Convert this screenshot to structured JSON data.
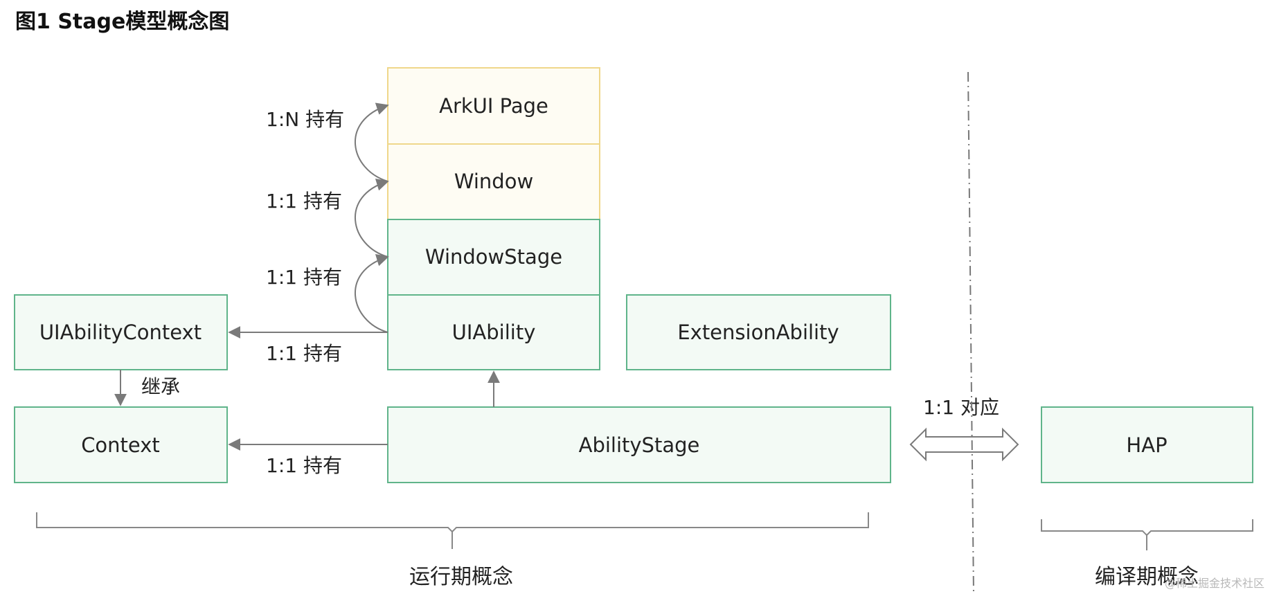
{
  "title": "图1 Stage模型概念图",
  "colors": {
    "green_fill": "#f3faf5",
    "green_stroke": "#5fb48a",
    "yellow_fill": "#fefcf3",
    "yellow_stroke": "#efd78a",
    "arrow": "#7a7a7a",
    "text": "#222222"
  },
  "boxes": {
    "arkui_page": "ArkUI Page",
    "window": "Window",
    "window_stage": "WindowStage",
    "ui_ability": "UIAbility",
    "extension_ability": "ExtensionAbility",
    "ui_ability_context": "UIAbilityContext",
    "context": "Context",
    "ability_stage": "AbilityStage",
    "hap": "HAP"
  },
  "relations": {
    "page_holds": "1:N 持有",
    "window_holds": "1:1 持有",
    "stage_holds": "1:1 持有",
    "context_holds": "1:1 持有",
    "base_context_holds": "1:1 持有",
    "inherit": "继承",
    "correspond": "1:1 对应"
  },
  "groups": {
    "runtime": "运行期概念",
    "compile": "编译期概念"
  },
  "watermark": "@稀土掘金技术社区"
}
